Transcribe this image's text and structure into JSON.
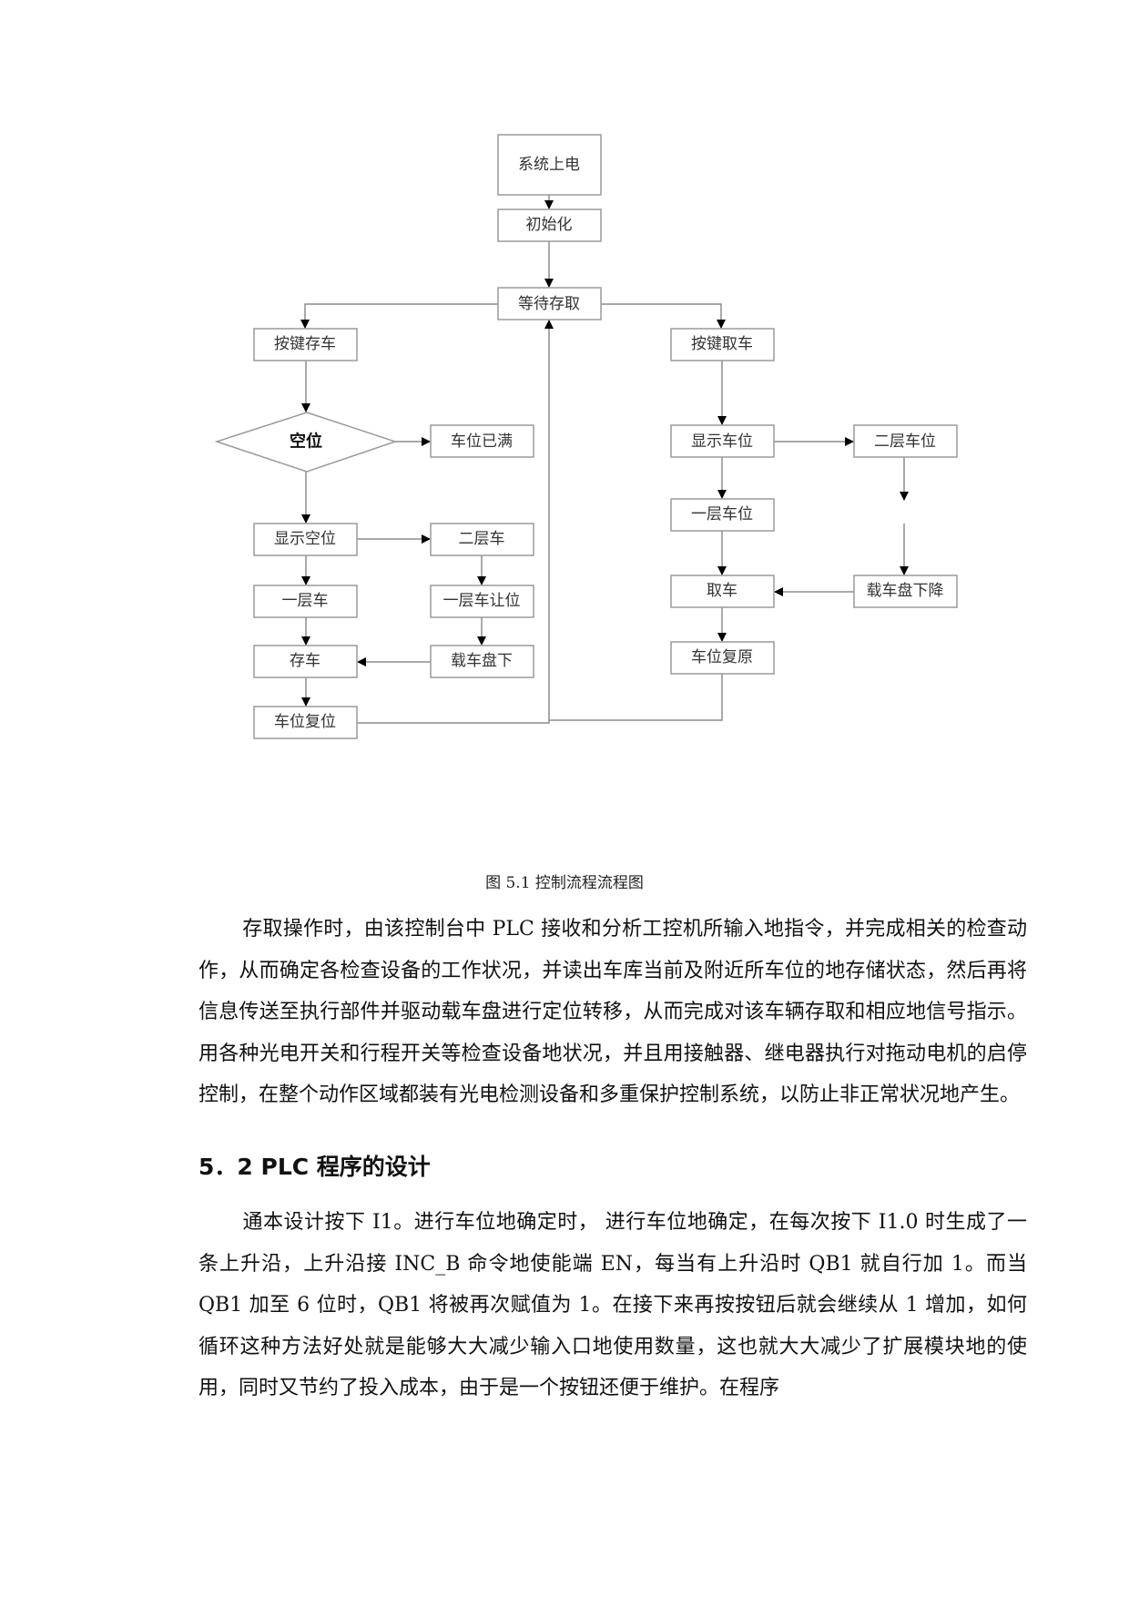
{
  "figure": {
    "caption": "图 5.1 控制流程流程图",
    "nodes": {
      "power_on": "系统上电",
      "init": "初始化",
      "wait": "等待存取",
      "key_store": "按键存车",
      "empty_check": "空位",
      "full": "车位已满",
      "show_empty": "显示空位",
      "second_car": "二层车",
      "first_car": "一层车",
      "first_car_yield": "一层车让位",
      "store": "存车",
      "tray_down": "载车盘下",
      "reset": "车位复位",
      "key_retrieve": "按键取车",
      "show_slot": "显示车位",
      "second_slot": "二层车位",
      "first_slot": "一层车位",
      "retrieve": "取车",
      "tray_lower": "载车盘下降",
      "restore": "车位复原"
    }
  },
  "body": {
    "para1": "存取操作时，由该控制台中 PLC 接收和分析工控机所输入地指令，并完成相关的检查动作，从而确定各检查设备的工作状况，并读出车库当前及附近所车位的地存储状态，然后再将信息传送至执行部件并驱动载车盘进行定位转移，从而完成对该车辆存取和相应地信号指示。用各种光电开关和行程开关等检查设备地状况，并且用接触器、继电器执行对拖动电机的启停控制，在整个动作区域都装有光电检测设备和多重保护控制系统，以防止非正常状况地产生。",
    "heading": "5．2 PLC 程序的设计",
    "para2": "通本设计按下 I1。进行车位地确定时， 进行车位地确定，在每次按下 I1.0 时生成了一条上升沿，上升沿接 INC_B 命令地使能端 EN，每当有上升沿时 QB1 就自行加 1。而当 QB1 加至 6 位时，QB1 将被再次赋值为 1。在接下来再按按钮后就会继续从 1 增加，如何循环这种方法好处就是能够大大减少输入口地使用数量，这也就大大减少了扩展模块地的使用，同时又节约了投入成本，由于是一个按钮还便于维护。在程序"
  },
  "colors": {
    "box_stroke": "#9a9a9a",
    "line": "#8c8c8c",
    "arrow": "#000000",
    "text": "#111111"
  }
}
